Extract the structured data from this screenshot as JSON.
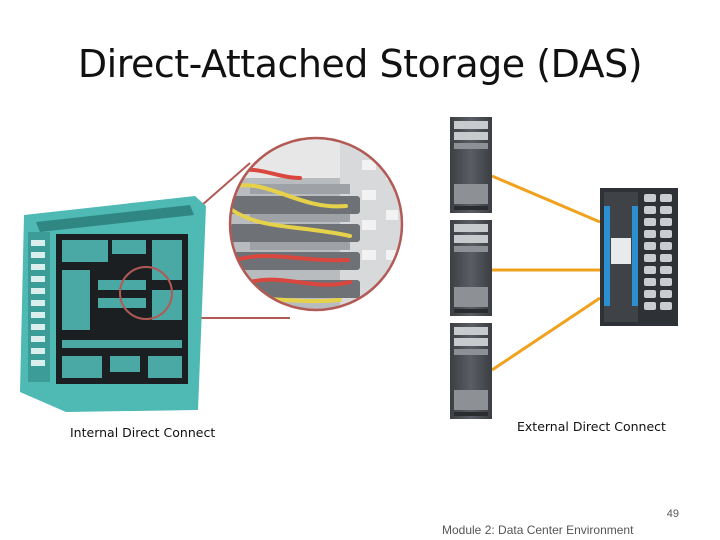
{
  "slide": {
    "title": "Direct-Attached Storage (DAS)",
    "internal_caption": "Internal Direct Connect",
    "external_caption": "External Direct Connect",
    "page_number": "49",
    "footer": "Module 2: Data Center Environment"
  },
  "colors": {
    "teal": "#4fb9b3",
    "callout": "#b25a55",
    "connector": "#f0a21e",
    "server_dark": "#4a4d52",
    "storage_blue": "#2b8fd0"
  },
  "icons": {
    "pc": "tower-pc-icon",
    "server": "rack-server-icon",
    "storage": "storage-array-icon"
  }
}
